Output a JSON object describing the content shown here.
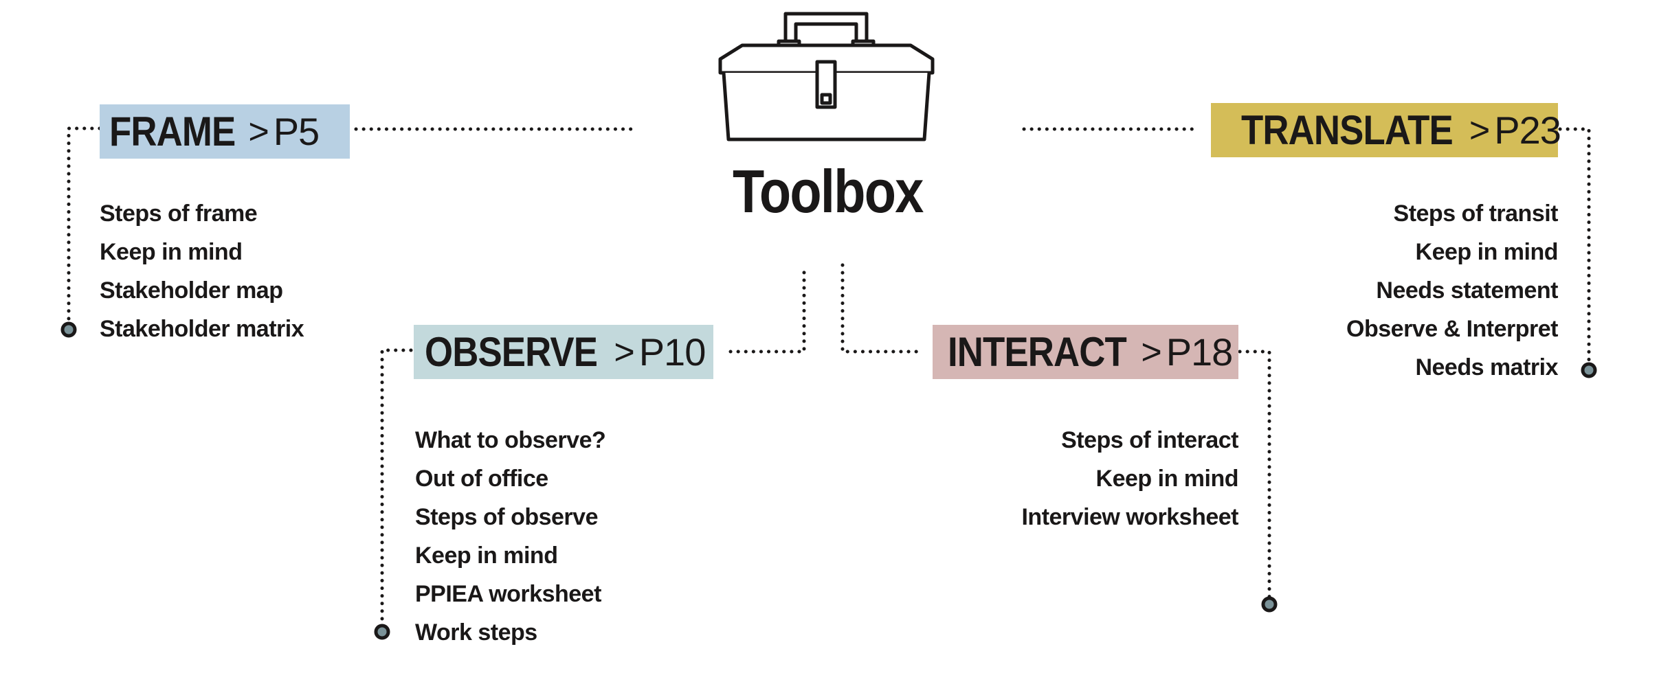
{
  "title": "Toolbox",
  "colors": {
    "frame": "#b8d0e3",
    "observe": "#c3d9dc",
    "interact": "#d5b6b4",
    "translate": "#d4bd58",
    "connector": "#1a1818",
    "dot_fill": "#7a9298"
  },
  "icons": {
    "toolbox": "toolbox-icon"
  },
  "sections": {
    "frame": {
      "name": "FRAME",
      "chevron": ">",
      "page": "P5",
      "items": [
        "Steps of frame",
        "Keep in mind",
        "Stakeholder map",
        "Stakeholder matrix"
      ]
    },
    "observe": {
      "name": "OBSERVE",
      "chevron": ">",
      "page": "P10",
      "items": [
        "What to observe?",
        "Out of office",
        "Steps of observe",
        "Keep in mind",
        "PPIEA worksheet",
        "Work steps"
      ]
    },
    "interact": {
      "name": "INTERACT",
      "chevron": ">",
      "page": "P18",
      "items": [
        "Steps of interact",
        "Keep in mind",
        "Interview worksheet"
      ]
    },
    "translate": {
      "name": "TRANSLATE",
      "chevron": ">",
      "page": "P23",
      "items": [
        "Steps of transit",
        "Keep in mind",
        "Needs statement",
        "Observe & Interpret",
        "Needs matrix"
      ]
    }
  }
}
